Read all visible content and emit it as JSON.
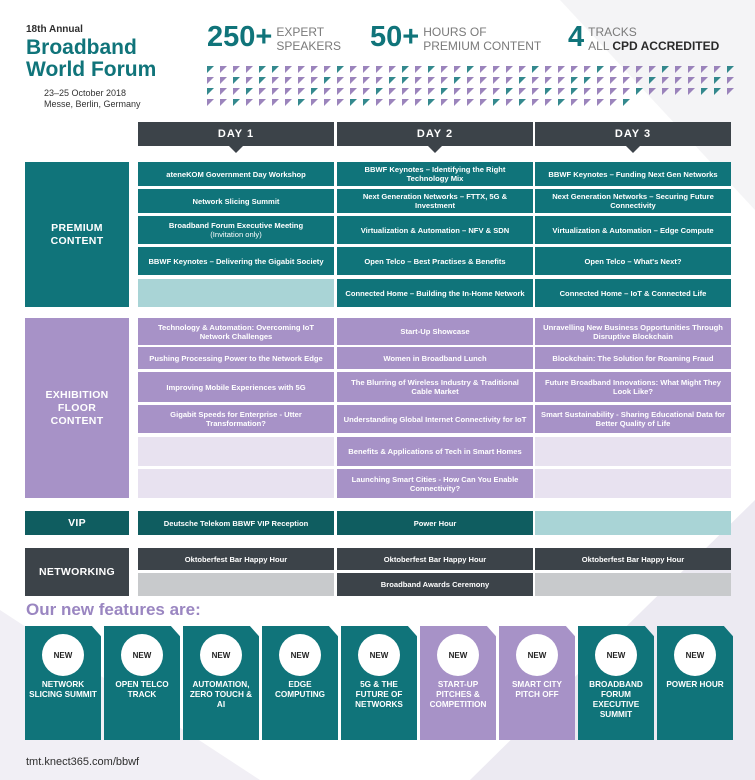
{
  "header": {
    "annual": "18th Annual",
    "title": "Broadband World Forum",
    "date": "23–25 October 2018",
    "venue": "Messe, Berlin, Germany"
  },
  "stats": [
    {
      "number": "250+",
      "label_line1": "EXPERT",
      "label_line2": "SPEAKERS"
    },
    {
      "number": "50+",
      "label_line1": "HOURS OF",
      "label_line2": "PREMIUM CONTENT"
    },
    {
      "number": "4",
      "label_line1": "TRACKS",
      "label_line2_prefix": "ALL ",
      "label_line2_bold": "CPD ACCREDITED"
    }
  ],
  "days": [
    "DAY 1",
    "DAY 2",
    "DAY 3"
  ],
  "sections": {
    "premium": "PREMIUM CONTENT",
    "exhibition": "EXHIBITION FLOOR CONTENT",
    "vip": "VIP",
    "networking": "NETWORKING"
  },
  "premium": {
    "day1": [
      {
        "text": "ateneKOM Government Day Workshop"
      },
      {
        "text": "Network Slicing Summit"
      },
      {
        "text": "Broadband Forum Executive Meeting",
        "sub": "(Invitation only)"
      },
      {
        "text": "BBWF Keynotes – Delivering the Gigabit Society"
      },
      {
        "text": ""
      }
    ],
    "day2": [
      {
        "text": "BBWF Keynotes – Identifying the Right Technology Mix"
      },
      {
        "text": "Next Generation Networks – FTTX, 5G & Investment"
      },
      {
        "text": "Virtualization & Automation – NFV & SDN"
      },
      {
        "text": "Open Telco – Best Practises & Benefits"
      },
      {
        "text": "Connected Home – Building the In-Home Network"
      }
    ],
    "day3": [
      {
        "text": "BBWF Keynotes – Funding Next Gen Networks"
      },
      {
        "text": "Next Generation Networks – Securing Future Connectivity"
      },
      {
        "text": "Virtualization & Automation – Edge Compute"
      },
      {
        "text": "Open Telco – What's Next?"
      },
      {
        "text": "Connected Home – IoT & Connected Life"
      }
    ]
  },
  "exhibition": {
    "day1": [
      "Technology & Automation: Overcoming IoT Network Challenges",
      "Pushing Processing Power to the Network Edge",
      "Improving Mobile Experiences with 5G",
      "Gigabit Speeds for Enterprise - Utter Transformation?",
      "",
      ""
    ],
    "day2": [
      "Start-Up Showcase",
      "Women in Broadband Lunch",
      "The Blurring of Wireless Industry & Traditional Cable Market",
      "Understanding Global Internet Connectivity for IoT",
      "Benefits & Applications of Tech in Smart Homes",
      "Launching Smart Cities - How Can You Enable Connectivity?"
    ],
    "day3": [
      "Unravelling New Business Opportunities Through Disruptive Blockchain",
      "Blockchain: The Solution for Roaming Fraud",
      "Future Broadband Innovations: What Might They Look Like?",
      "Smart Sustainability - Sharing Educational Data for Better Quality of Life",
      "",
      ""
    ]
  },
  "vip": [
    "Deutsche Telekom BBWF VIP Reception",
    "Power Hour",
    ""
  ],
  "networking": {
    "row1": [
      "Oktoberfest Bar Happy Hour",
      "Oktoberfest Bar Happy Hour",
      "Oktoberfest Bar Happy Hour"
    ],
    "row2": [
      "",
      "Broadband Awards Ceremony",
      ""
    ]
  },
  "features_title": "Our new features are:",
  "features": [
    {
      "badge": "NEW",
      "text": "NETWORK SLICING SUMMIT",
      "color": "teal"
    },
    {
      "badge": "NEW",
      "text": "OPEN TELCO TRACK",
      "color": "teal"
    },
    {
      "badge": "NEW",
      "text": "AUTOMATION, ZERO TOUCH & AI",
      "color": "teal"
    },
    {
      "badge": "NEW",
      "text": "EDGE COMPUTING",
      "color": "teal"
    },
    {
      "badge": "NEW",
      "text": "5G & THE FUTURE OF NETWORKS",
      "color": "teal"
    },
    {
      "badge": "NEW",
      "text": "START-UP PITCHES & COMPETITION",
      "color": "purple"
    },
    {
      "badge": "NEW",
      "text": "SMART CITY PITCH OFF",
      "color": "purple"
    },
    {
      "badge": "NEW",
      "text": "BROADBAND FORUM EXECUTIVE SUMMIT",
      "color": "teal"
    },
    {
      "badge": "NEW",
      "text": "POWER HOUR",
      "color": "teal"
    }
  ],
  "footer_url": "tmt.knect365.com/bbwf",
  "colors": {
    "teal": "#10747a",
    "teal_light": "#a9d4d6",
    "purple": "#a792c7",
    "purple_light": "#e8e2f0",
    "dark": "#3c4349",
    "grey": "#c8cacc"
  }
}
